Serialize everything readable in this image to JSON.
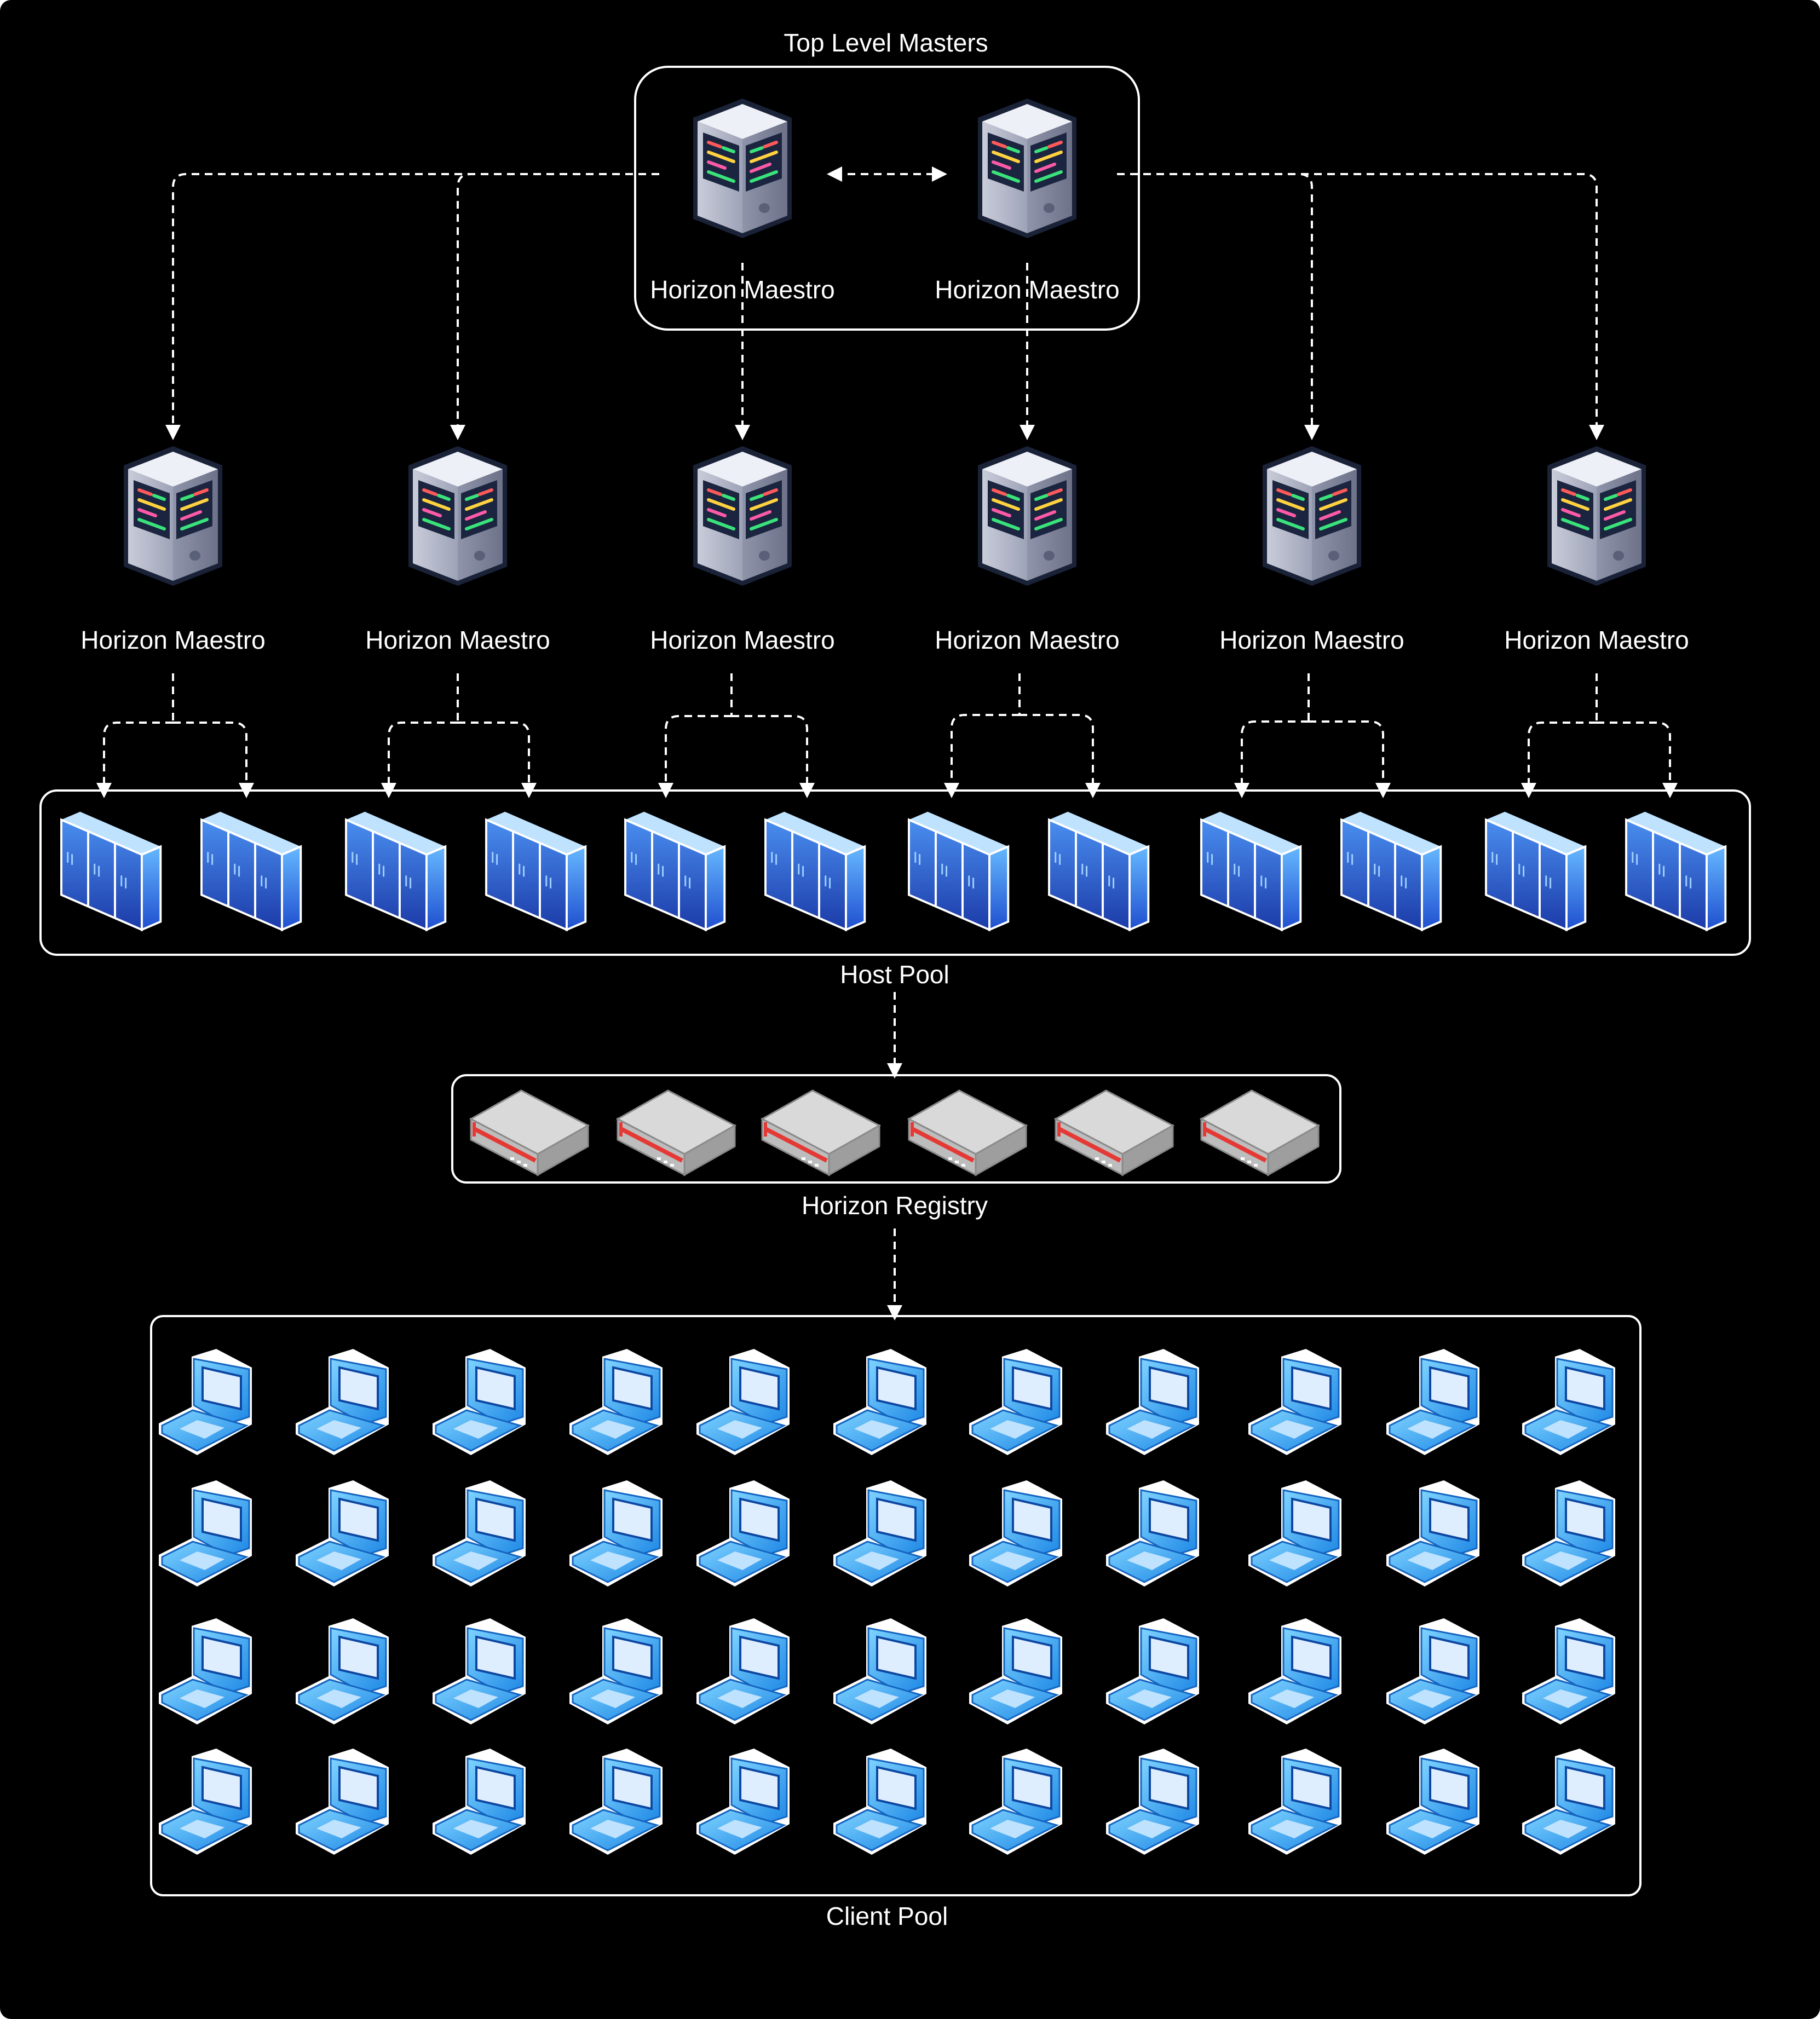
{
  "diagram": {
    "background": "#000000",
    "line_color": "#ffffff",
    "groups": {
      "top_masters": {
        "label": "Top Level Masters"
      },
      "host_pool": {
        "label": "Host Pool"
      },
      "registry": {
        "label": "Horizon Registry"
      },
      "client_pool": {
        "label": "Client Pool"
      }
    },
    "top_masters": [
      {
        "label": "Horizon Maestro"
      },
      {
        "label": "Horizon Maestro"
      }
    ],
    "maestros": [
      {
        "label": "Horizon Maestro"
      },
      {
        "label": "Horizon Maestro"
      },
      {
        "label": "Horizon Maestro"
      },
      {
        "label": "Horizon Maestro"
      },
      {
        "label": "Horizon Maestro"
      },
      {
        "label": "Horizon Maestro"
      }
    ],
    "host_count": 12,
    "registry_device_count": 6,
    "client_rows": 4,
    "client_cols": 11,
    "icons": {
      "master": "server-tower-icon",
      "host": "server-rack-icon",
      "registry": "network-appliance-icon",
      "client": "laptop-icon"
    }
  }
}
